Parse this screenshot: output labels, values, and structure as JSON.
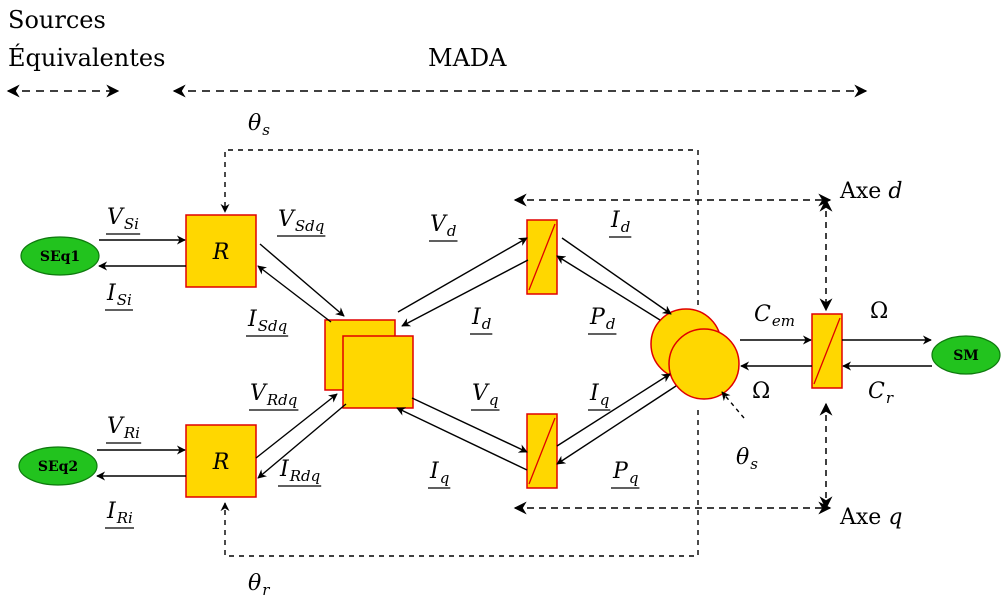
{
  "header": {
    "sources_line1": "Sources",
    "sources_line2": "Équivalentes",
    "mada": "MADA"
  },
  "sources": {
    "seq1": "SEq1",
    "seq2": "SEq2",
    "sm": "SM"
  },
  "blocks": {
    "r_stator": "R",
    "r_rotor": "R"
  },
  "axes": {
    "d": {
      "text": "Axe ",
      "var": "d"
    },
    "q": {
      "text": "Axe ",
      "var": "q"
    }
  },
  "signals": {
    "theta_s_top": {
      "base": "θ",
      "sub": "s"
    },
    "theta_r_bottom": {
      "base": "θ",
      "sub": "r"
    },
    "theta_s_mech": {
      "base": "θ",
      "sub": "s"
    },
    "v_si": {
      "base": "V",
      "sub": "Si"
    },
    "i_si": {
      "base": "I",
      "sub": "Si"
    },
    "v_ri": {
      "base": "V",
      "sub": "Ri"
    },
    "i_ri": {
      "base": "I",
      "sub": "Ri"
    },
    "v_sdq": {
      "base": "V",
      "sub": "Sdq"
    },
    "i_sdq": {
      "base": "I",
      "sub": "Sdq"
    },
    "v_rdq": {
      "base": "V",
      "sub": "Rdq"
    },
    "i_rdq": {
      "base": "I",
      "sub": "Rdq"
    },
    "v_d": {
      "base": "V",
      "sub": "d"
    },
    "i_d_in": {
      "base": "I",
      "sub": "d"
    },
    "i_d_out": {
      "base": "I",
      "sub": "d"
    },
    "p_d": {
      "base": "P",
      "sub": "d"
    },
    "v_q": {
      "base": "V",
      "sub": "q"
    },
    "i_q_in": {
      "base": "I",
      "sub": "q"
    },
    "i_q_out": {
      "base": "I",
      "sub": "q"
    },
    "p_q": {
      "base": "P",
      "sub": "q"
    },
    "c_em": {
      "base": "C",
      "sub": "em"
    },
    "omega_top": {
      "base": "Ω",
      "sub": ""
    },
    "omega_bottom": {
      "base": "Ω",
      "sub": ""
    },
    "c_r": {
      "base": "C",
      "sub": "r"
    }
  },
  "colors": {
    "block_fill": "#FFD700",
    "block_stroke": "#E00000",
    "source_fill": "#22C31E",
    "source_stroke": "#0E7A0E",
    "line": "#000000"
  }
}
